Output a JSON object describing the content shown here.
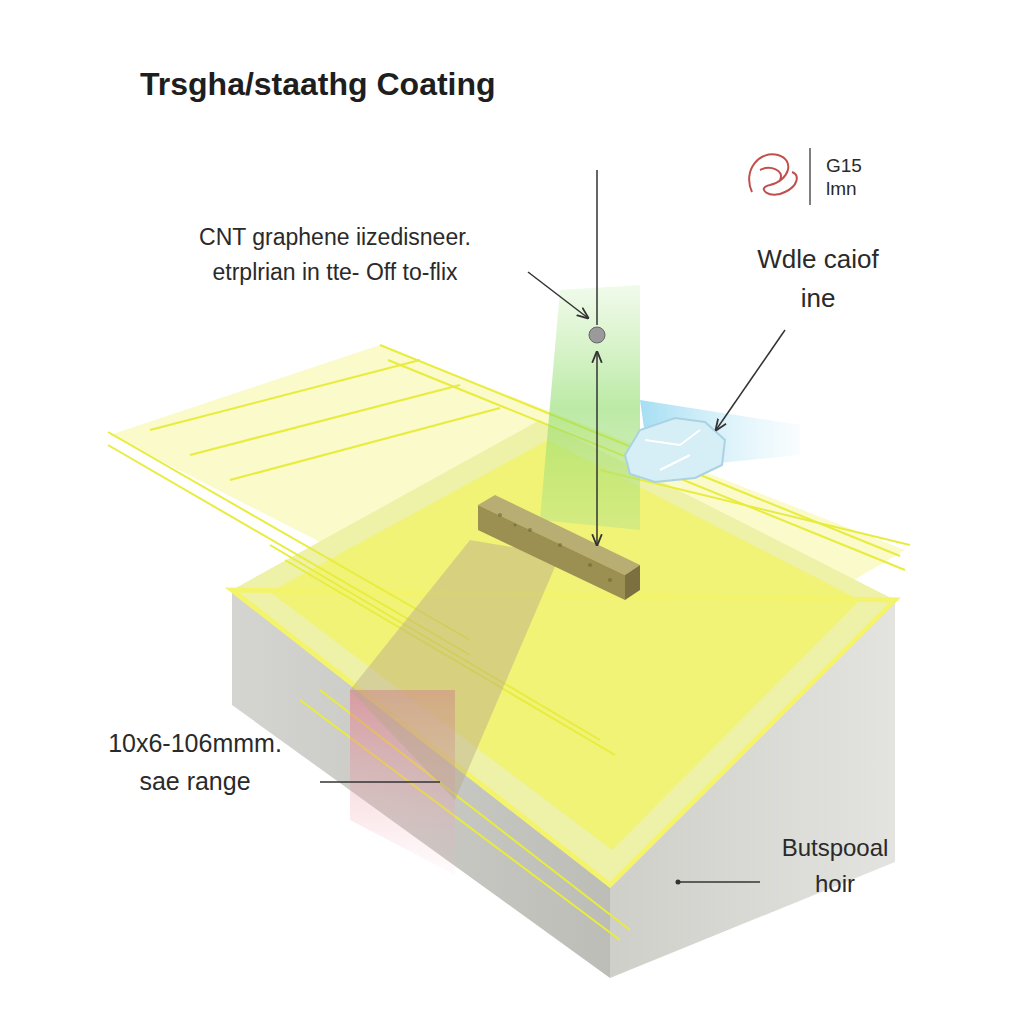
{
  "diagram": {
    "title": "Trsgha/staathg Coating",
    "labels": [
      "CNT graphene iizedisneer. etrplrian in tte- Off to-flix",
      "G15 lmn",
      "Wdle caiof ine",
      "10x6-106mmm. sae range",
      "Butspooal hoir"
    ]
  }
}
